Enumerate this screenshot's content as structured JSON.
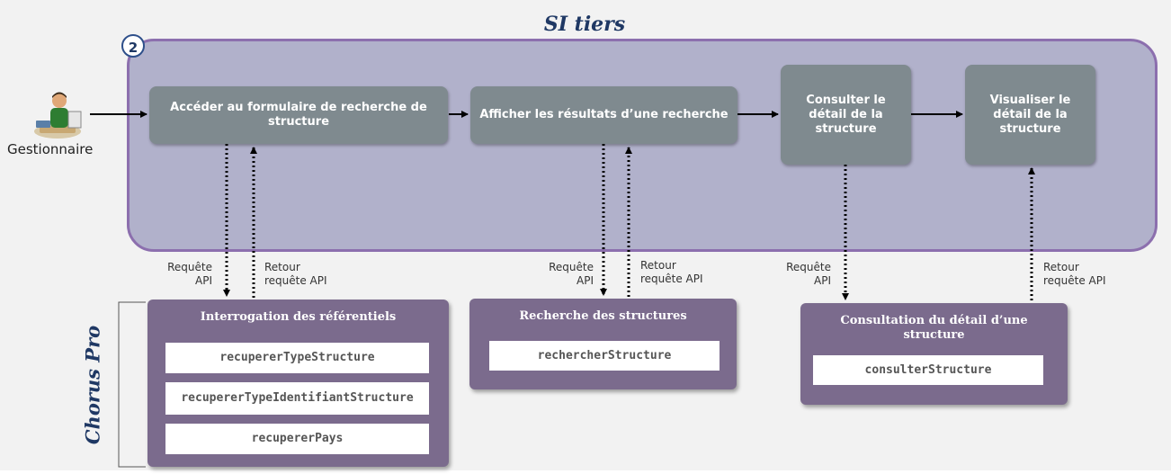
{
  "si_tiers": {
    "title": "SI tiers",
    "step_number": "2"
  },
  "actor": {
    "label": "Gestionnaire",
    "icon": "user-at-desk-icon"
  },
  "processes": [
    {
      "label": "Accéder au formulaire de recherche de structure"
    },
    {
      "label": "Afficher les résultats d’une recherche"
    },
    {
      "label": "Consulter le détail de la structure"
    },
    {
      "label": "Visualiser le détail de la structure"
    }
  ],
  "flow_labels": {
    "req1": "Requête\nAPI",
    "ret1": "Retour\nrequête API",
    "req2": "Requête\nAPI",
    "ret2": "Retour\nrequête API",
    "req3": "Requête\nAPI",
    "ret3": "Retour\nrequête API"
  },
  "chorus_pro": {
    "label": "Chorus Pro"
  },
  "api_groups": [
    {
      "title": "Interrogation des référentiels",
      "items": [
        "recupererTypeStructure",
        "recupererTypeIdentifiantStructure",
        "recupererPays"
      ]
    },
    {
      "title": "Recherche des structures",
      "items": [
        "rechercherStructure"
      ]
    },
    {
      "title": "Consultation du détail d’une structure",
      "items": [
        "consulterStructure"
      ]
    }
  ],
  "colors": {
    "si_fill": "#b1b1cb",
    "si_border": "#8c6fae",
    "process_fill": "#7f8a8f",
    "api_fill": "#7b6b8d",
    "title_color": "#1f3864"
  }
}
